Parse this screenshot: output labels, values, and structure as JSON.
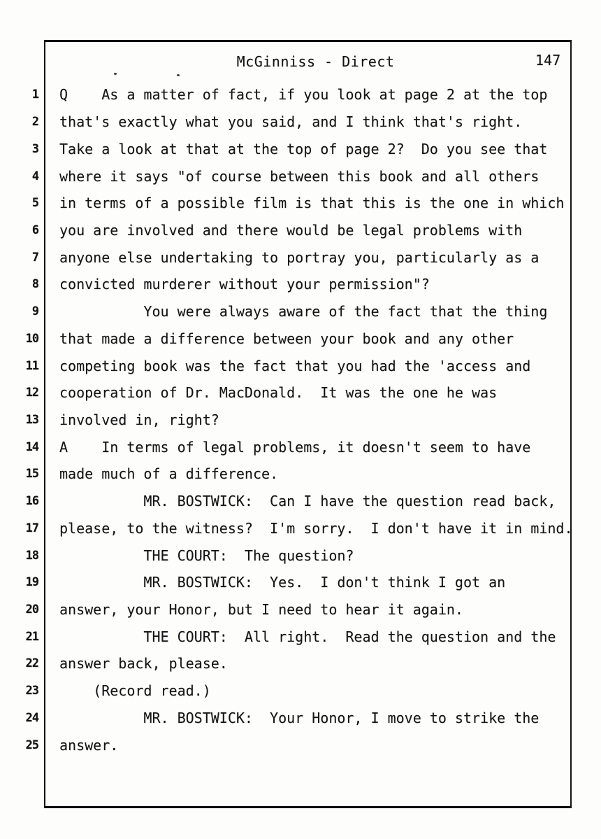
{
  "header": {
    "title": "McGinniss - Direct",
    "page_number": "147"
  },
  "transcript": {
    "lines": [
      {
        "num": "1",
        "text": "Q    As a matter of fact, if you look at page 2 at the top"
      },
      {
        "num": "2",
        "text": "that's exactly what you said, and I think that's right."
      },
      {
        "num": "3",
        "text": "Take a look at that at the top of page 2?  Do you see that"
      },
      {
        "num": "4",
        "text": "where it says \"of course between this book and all others"
      },
      {
        "num": "5",
        "text": "in terms of a possible film is that this is the one in which"
      },
      {
        "num": "6",
        "text": "you are involved and there would be legal problems with"
      },
      {
        "num": "7",
        "text": "anyone else undertaking to portray you, particularly as a"
      },
      {
        "num": "8",
        "text": "convicted murderer without your permission\"?"
      },
      {
        "num": "9",
        "text": "          You were always aware of the fact that the thing"
      },
      {
        "num": "10",
        "text": "that made a difference between your book and any other"
      },
      {
        "num": "11",
        "text": "competing book was the fact that you had the 'access and"
      },
      {
        "num": "12",
        "text": "cooperation of Dr. MacDonald.  It was the one he was"
      },
      {
        "num": "13",
        "text": "involved in, right?"
      },
      {
        "num": "14",
        "text": "A    In terms of legal problems, it doesn't seem to have"
      },
      {
        "num": "15",
        "text": "made much of a difference."
      },
      {
        "num": "16",
        "text": "          MR. BOSTWICK:  Can I have the question read back,"
      },
      {
        "num": "17",
        "text": "please, to the witness?  I'm sorry.  I don't have it in mind."
      },
      {
        "num": "18",
        "text": "          THE COURT:  The question?"
      },
      {
        "num": "19",
        "text": "          MR. BOSTWICK:  Yes.  I don't think I got an"
      },
      {
        "num": "20",
        "text": "answer, your Honor, but I need to hear it again."
      },
      {
        "num": "21",
        "text": "          THE COURT:  All right.  Read the question and the"
      },
      {
        "num": "22",
        "text": "answer back, please."
      },
      {
        "num": "23",
        "text": "    (Record read.)"
      },
      {
        "num": "24",
        "text": "          MR. BOSTWICK:  Your Honor, I move to strike the"
      },
      {
        "num": "25",
        "text": "answer."
      }
    ]
  }
}
